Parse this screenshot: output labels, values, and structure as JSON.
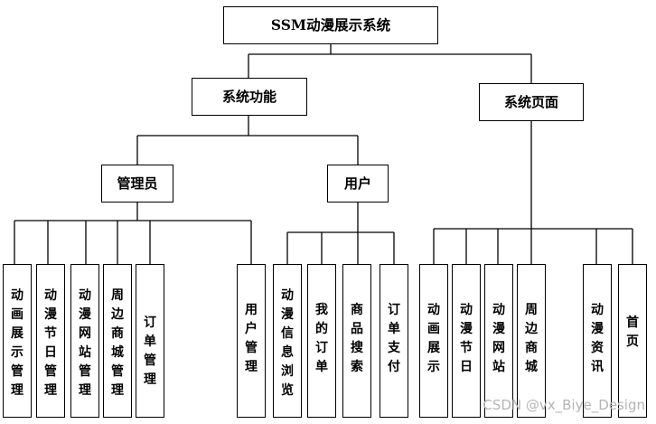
{
  "root": {
    "label": "SSM动漫展示系统"
  },
  "functions": {
    "label": "系统功能",
    "admin": {
      "label": "管理员",
      "items": [
        "动画展示管理",
        "动漫节日管理",
        "动漫网站管理",
        "周边商城管理",
        "订单管理",
        "用户管理"
      ]
    },
    "user": {
      "label": "用户",
      "items": [
        "动漫信息浏览",
        "我的订单",
        "商品搜索",
        "订单支付"
      ]
    }
  },
  "pages": {
    "label": "系统页面",
    "items": [
      "动画展示",
      "动漫节日",
      "动漫网站",
      "周边商城",
      "动漫资讯",
      "首页"
    ]
  },
  "watermark": "CSDN @vx_Biye_Design"
}
